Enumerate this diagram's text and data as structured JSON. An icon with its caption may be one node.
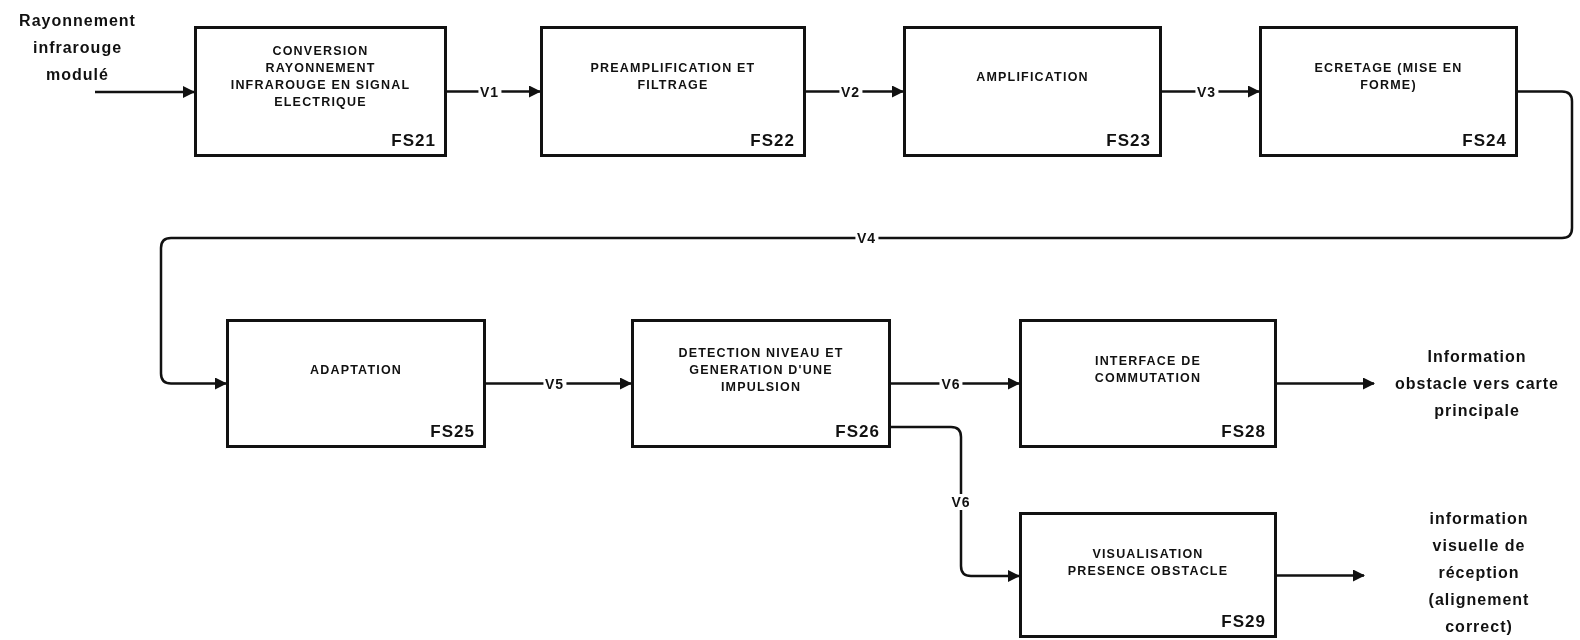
{
  "diagram": {
    "nodes": [
      {
        "text": [
          "Rayonnement infrarouge modulé"
        ]
      },
      {
        "text": [
          "CONVERSION RAYONNEMENT INFRAROUGE EN SIGNAL ELECTRIQUE",
          "FS21"
        ]
      },
      {
        "text": [
          "PREAMPLIFICATION ET FILTRAGE",
          "FS22"
        ]
      },
      {
        "text": [
          "AMPLIFICATION",
          "FS23"
        ]
      },
      {
        "text": [
          "ECRETAGE (MISE EN FORME)",
          "FS24"
        ]
      },
      {
        "text": [
          "ADAPTATION",
          "FS25"
        ]
      },
      {
        "text": [
          "DETECTION NIVEAU ET GENERATION D'UNE IMPULSION",
          "FS26"
        ]
      },
      {
        "text": [
          "INTERFACE DE COMMUTATION",
          "FS28"
        ]
      },
      {
        "text": [
          "Information obstacle vers carte principale"
        ]
      },
      {
        "text": [
          "VISUALISATION PRESENCE OBSTACLE",
          "FS29"
        ]
      },
      {
        "text": [
          "information visuelle de réception (alignement correct)"
        ]
      }
    ],
    "edges": [
      {
        "from": 0,
        "to": 1,
        "arrow": "to"
      },
      {
        "from": 1,
        "to": 2,
        "arrow": "to",
        "label": "V1"
      },
      {
        "from": 2,
        "to": 3,
        "arrow": "to",
        "label": "V2"
      },
      {
        "from": 3,
        "to": 4,
        "arrow": "to",
        "label": "V3"
      },
      {
        "from": 4,
        "to": 5,
        "arrow": "to",
        "label": "V4"
      },
      {
        "from": 5,
        "to": 6,
        "arrow": "to",
        "label": "V5"
      },
      {
        "from": 6,
        "to": 7,
        "arrow": "to",
        "label": "V6"
      },
      {
        "from": 6,
        "to": 9,
        "arrow": "to",
        "label": "V6"
      },
      {
        "from": 7,
        "to": 8,
        "arrow": "to"
      },
      {
        "from": 9,
        "to": 10,
        "arrow": "to"
      }
    ]
  }
}
